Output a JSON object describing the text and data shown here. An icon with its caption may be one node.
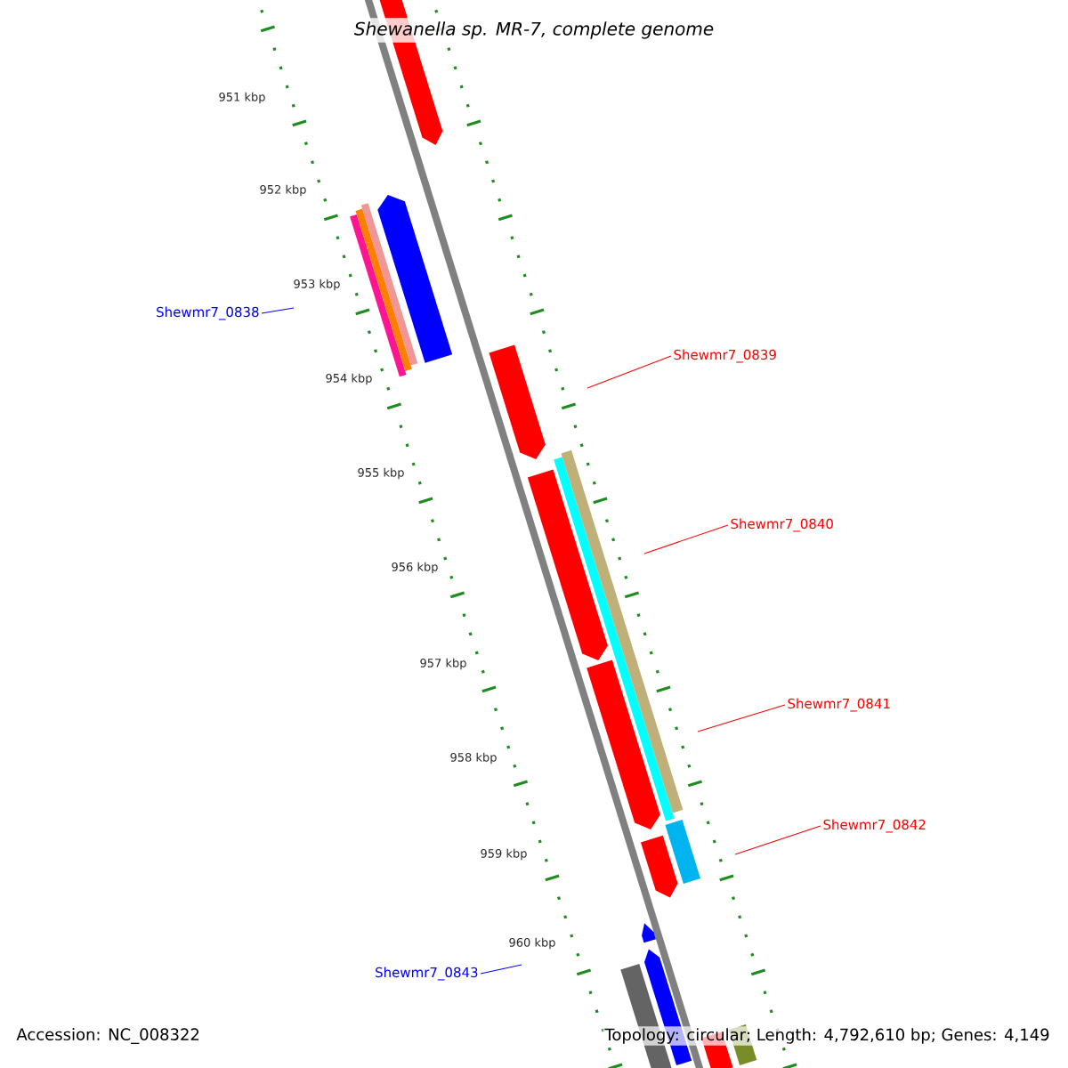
{
  "diagram": {
    "title": "Shewanella sp. MR-7, complete genome",
    "nodes": [
      {
        "text": [
          "Shewmr7_0838"
        ]
      },
      {
        "text": [
          "Shewmr7_0839"
        ]
      },
      {
        "text": [
          "Shewmr7_0840"
        ]
      },
      {
        "text": [
          "Shewmr7_0841"
        ]
      },
      {
        "text": [
          "Shewmr7_0842"
        ]
      },
      {
        "text": [
          "Shewmr7_0843"
        ]
      }
    ],
    "edges": [
      {
        "from": 0,
        "to": null,
        "arrow": "none",
        "color": "#0000ff"
      },
      {
        "from": 1,
        "to": null,
        "arrow": "none"
      },
      {
        "from": 2,
        "to": null,
        "arrow": "none"
      },
      {
        "from": 3,
        "to": null,
        "arrow": "none"
      },
      {
        "from": 4,
        "to": null,
        "arrow": "none"
      },
      {
        "from": 5,
        "to": null,
        "arrow": "none",
        "color": "#0000ff"
      }
    ],
    "labels": [
      "951 kbp",
      "952 kbp",
      "953 kbp",
      "954 kbp",
      "955 kbp",
      "956 kbp",
      "957 kbp",
      "958 kbp",
      "959 kbp",
      "960 kbp",
      "Accession: NC_008322",
      "Topology: circular; Length: 4,792,610 bp; Genes: 4,149"
    ]
  }
}
